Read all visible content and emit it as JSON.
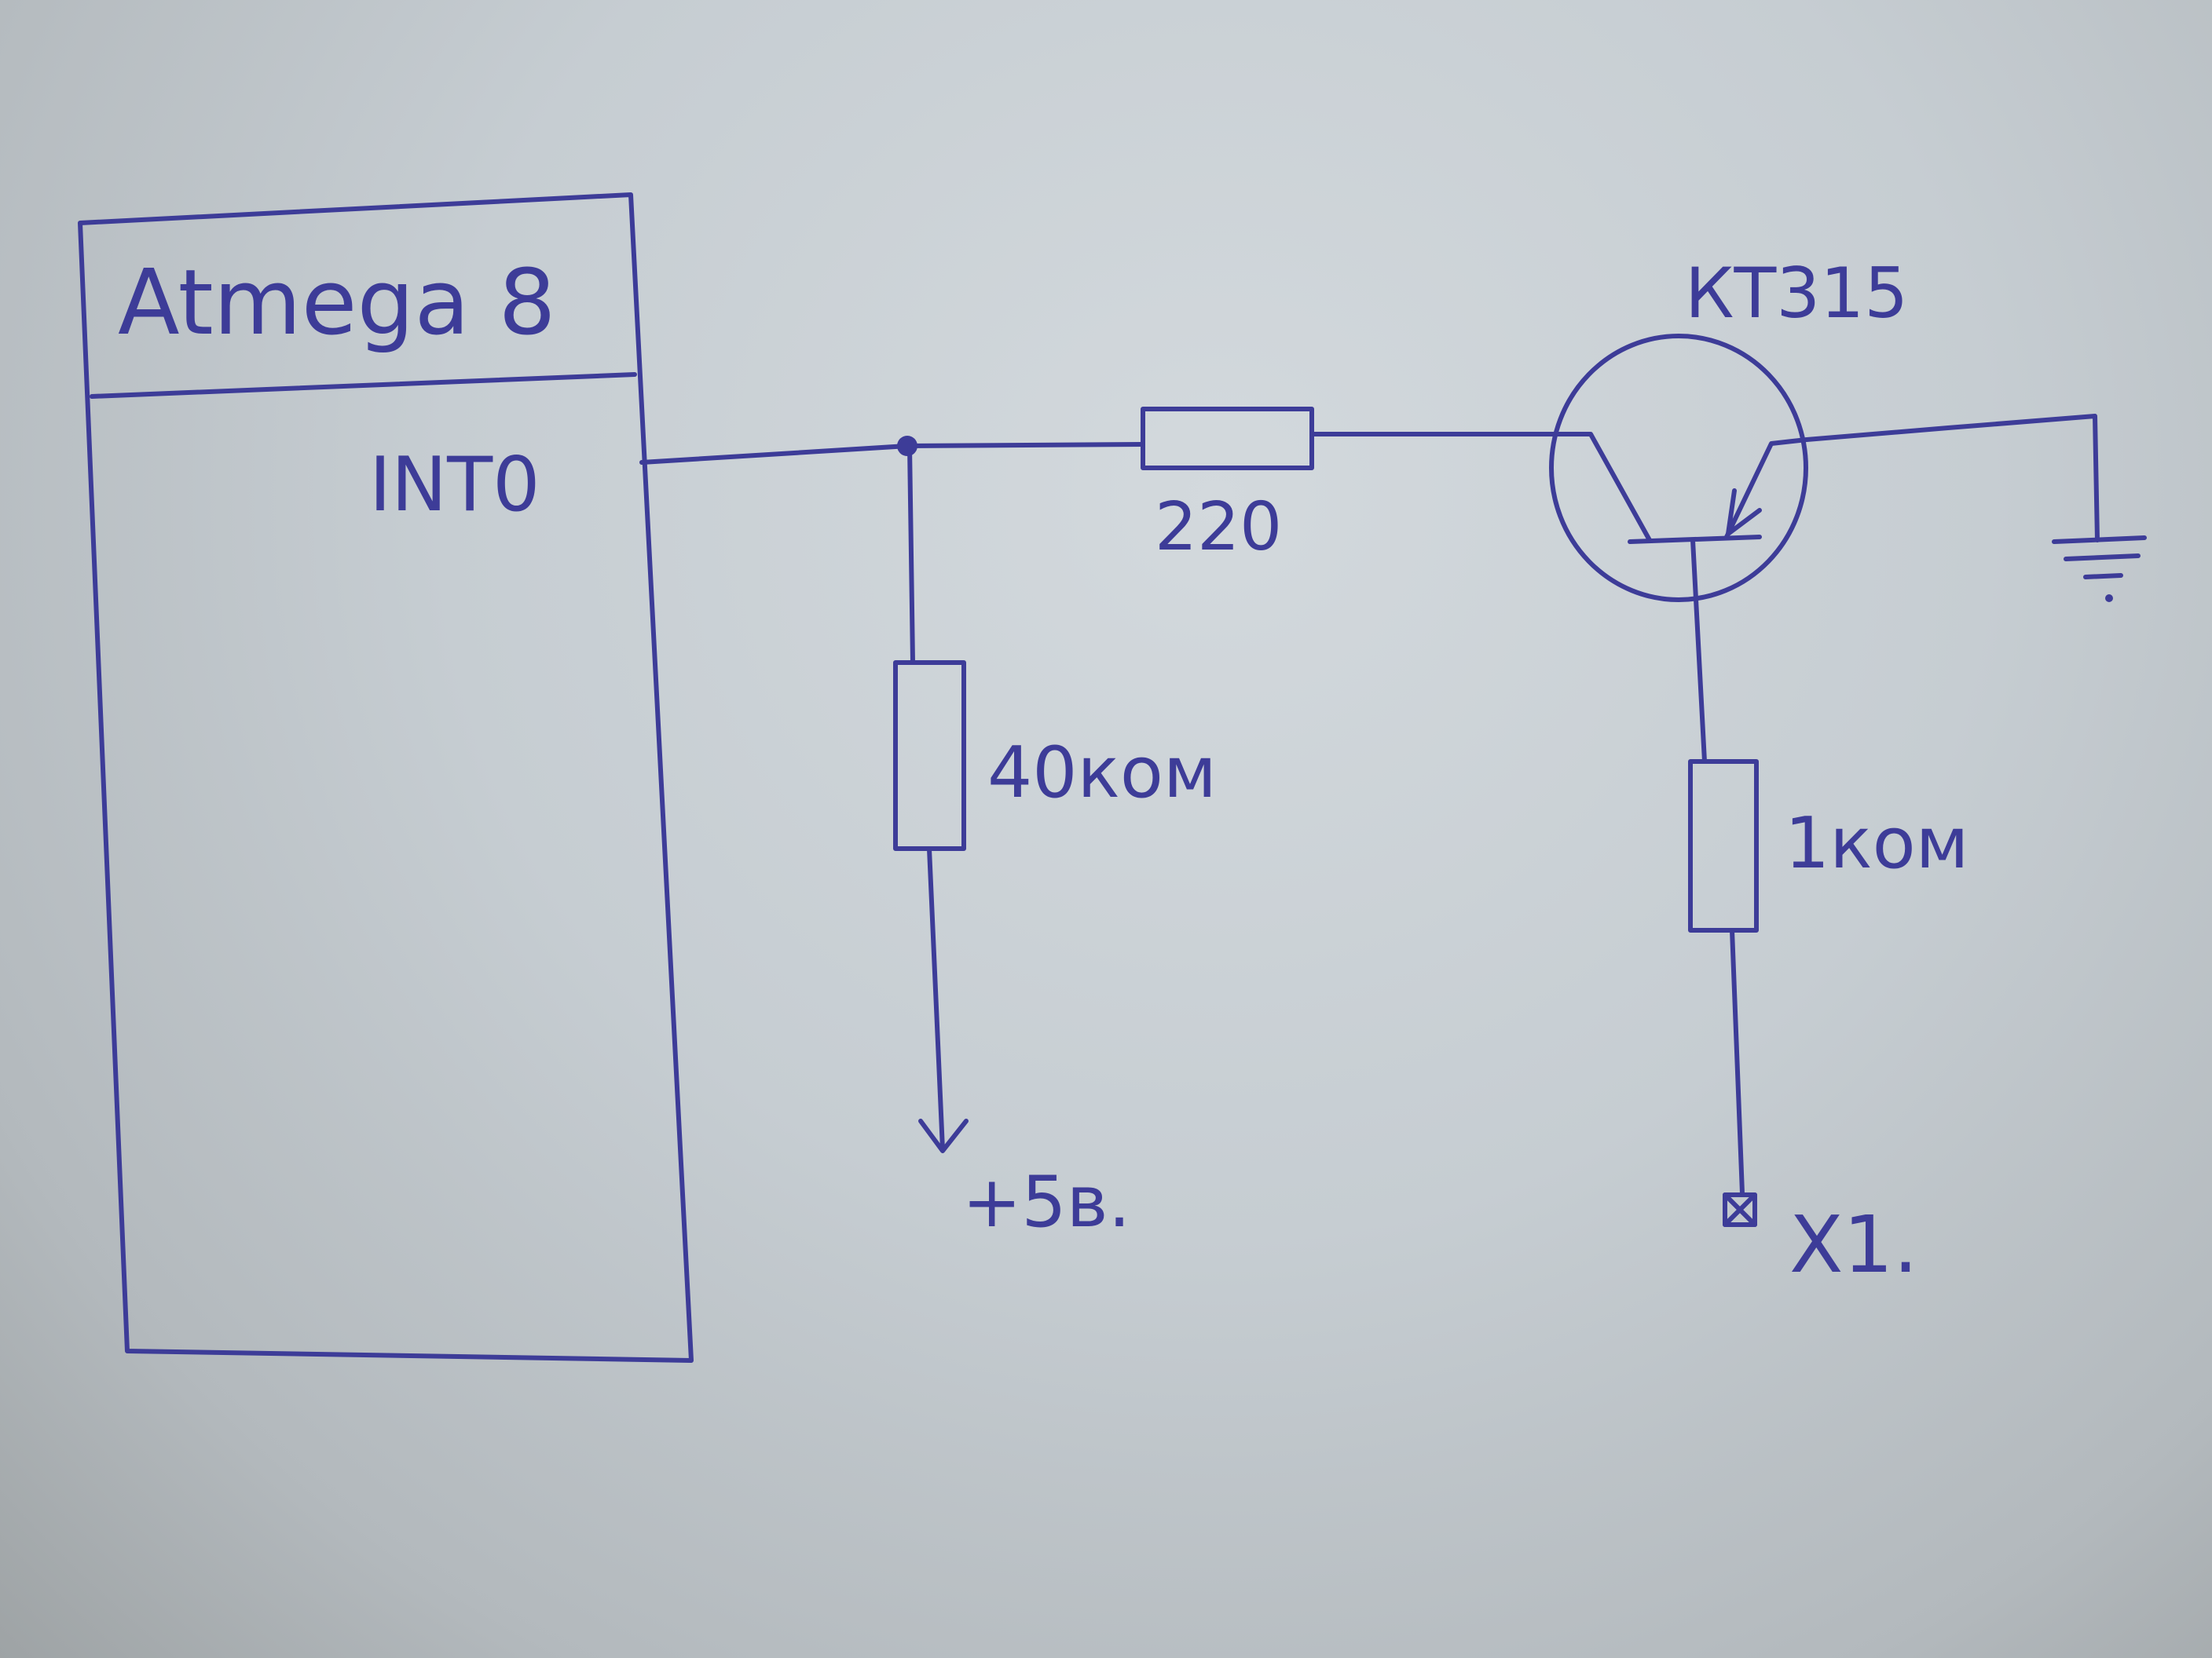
{
  "ink_color": "#3d3c98",
  "microcontroller": {
    "name": "Atmega 8",
    "pin": "INT0"
  },
  "resistors": {
    "base": "220",
    "pullup": "40ком",
    "load": "1ком"
  },
  "supply": "+5в.",
  "transistor": "КТ315",
  "terminal": "X1.",
  "ground_icon": "ground-symbol"
}
